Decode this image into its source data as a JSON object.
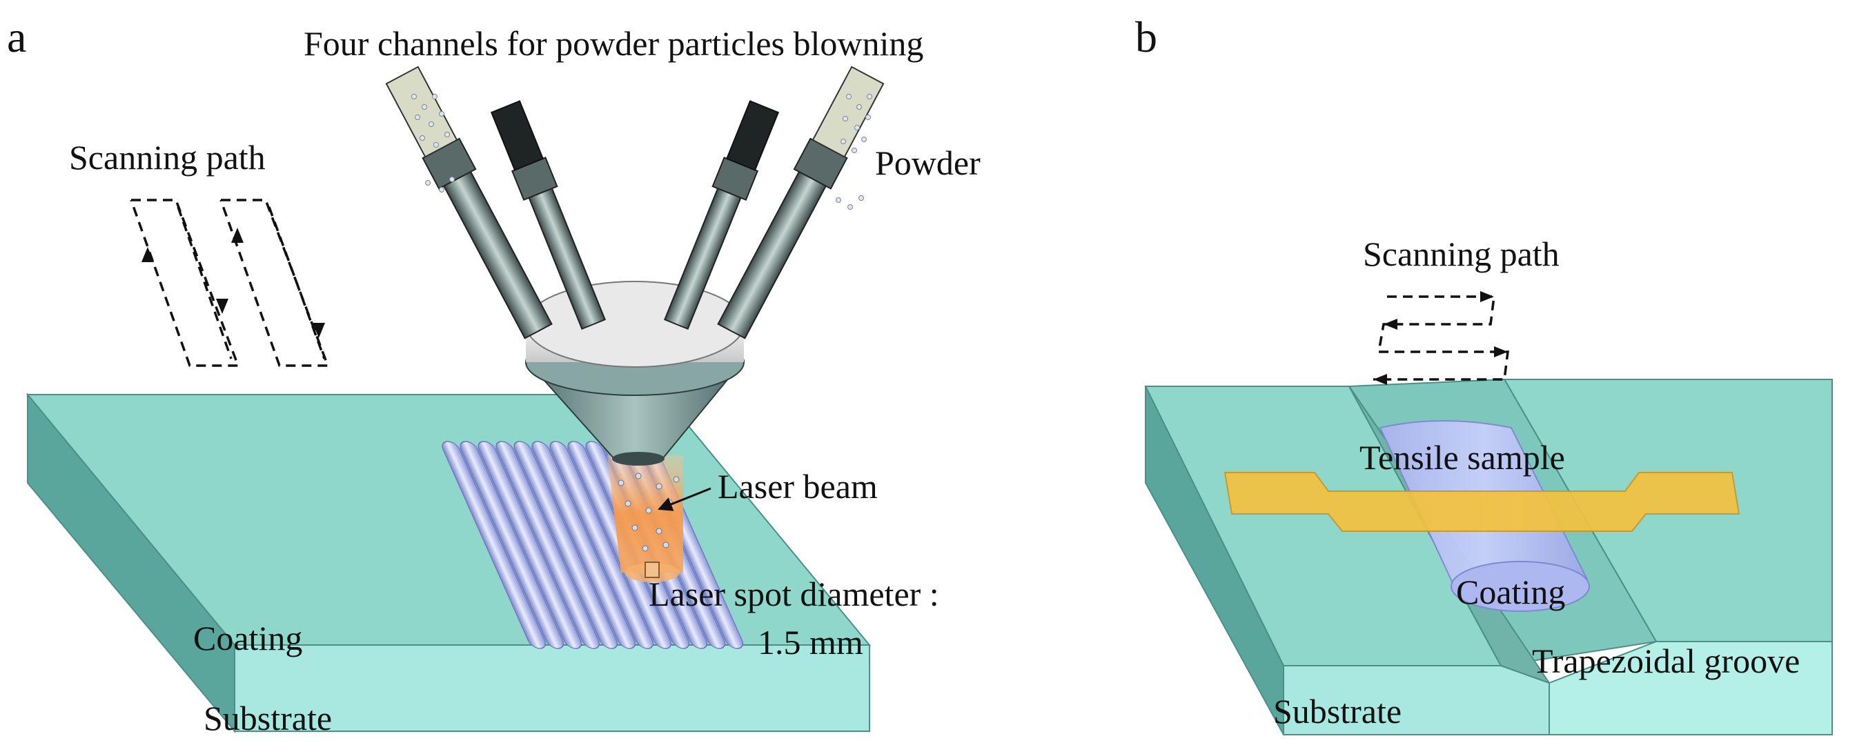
{
  "panel_a": {
    "letter": "a",
    "title": "Four channels for powder particles blowning",
    "scanning_path": "Scanning path",
    "powder": "Powder",
    "laser_beam": "Laser beam",
    "laser_spot_line1": "Laser spot diameter :",
    "laser_spot_line2": "1.5 mm",
    "coating": "Coating",
    "substrate": "Substrate"
  },
  "panel_b": {
    "letter": "b",
    "scanning_path": "Scanning path",
    "tensile_sample": "Tensile sample",
    "coating": "Coating",
    "trapezoidal_groove": "Trapezoidal groove",
    "substrate": "Substrate"
  },
  "colors": {
    "substrate_top": "#8fd6cb",
    "substrate_front": "#a8e8e0",
    "substrate_side": "#5aa69c",
    "coating": "#b9c2f2",
    "tensile": "#f3c23e",
    "laser": "#f7a35a",
    "nozzle": "#6f8f8d"
  }
}
